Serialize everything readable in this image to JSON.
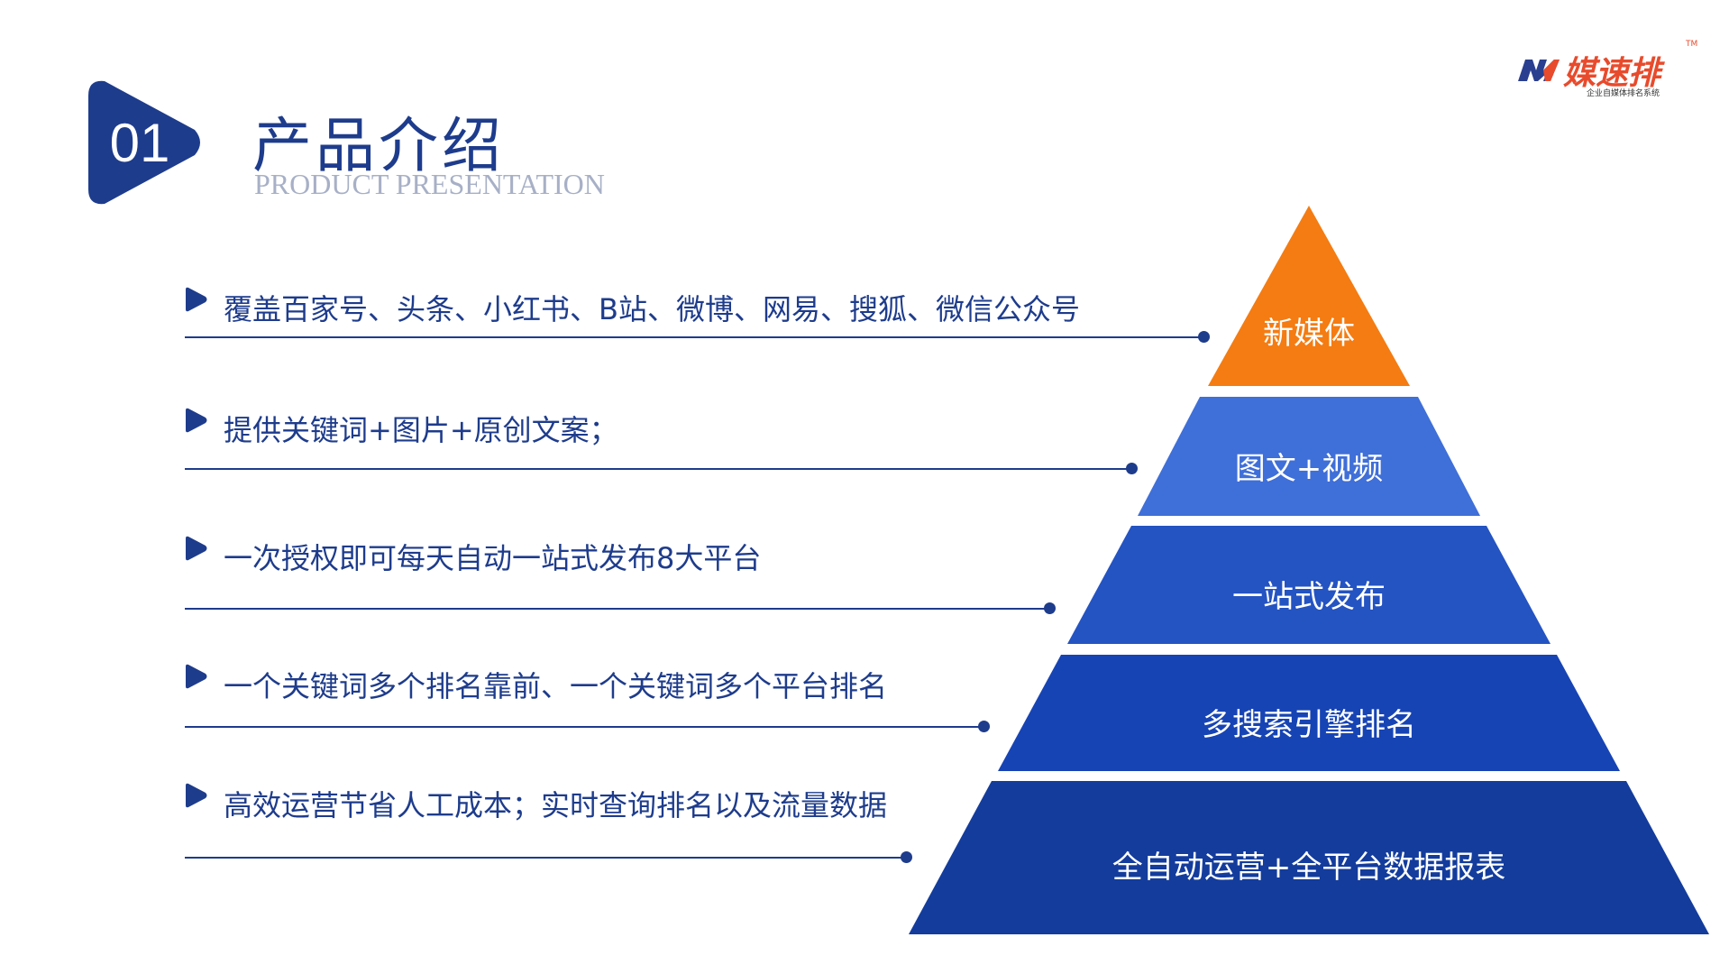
{
  "header": {
    "section_number": "01",
    "title": "产品介绍",
    "subtitle": "PRODUCT PRESENTATION"
  },
  "logo": {
    "name": "媒速排",
    "tm": "TM",
    "tagline": "企业自媒体排名系统"
  },
  "points": [
    "覆盖百家号、头条、小红书、B站、微博、网易、搜狐、微信公众号",
    "提供关键词+图片+原创文案；",
    "一次授权即可每天自动一站式发布8大平台",
    "一个关键词多个排名靠前、一个关键词多个平台排名",
    "高效运营节省人工成本；实时查询排名以及流量数据"
  ],
  "pyramid": {
    "tiers": [
      "新媒体",
      "图文+视频",
      "一站式发布",
      "多搜索引擎排名",
      "全自动运营+全平台数据报表"
    ]
  },
  "colors": {
    "primary": "#1e3c8c",
    "orange": "#f47c12",
    "tier2": "#3f6fd8",
    "tier3": "#2453c2",
    "tier4": "#1744b4",
    "tier5": "#133c9c",
    "subtitle": "#a7b0c6",
    "logo": "#e84b2c"
  }
}
